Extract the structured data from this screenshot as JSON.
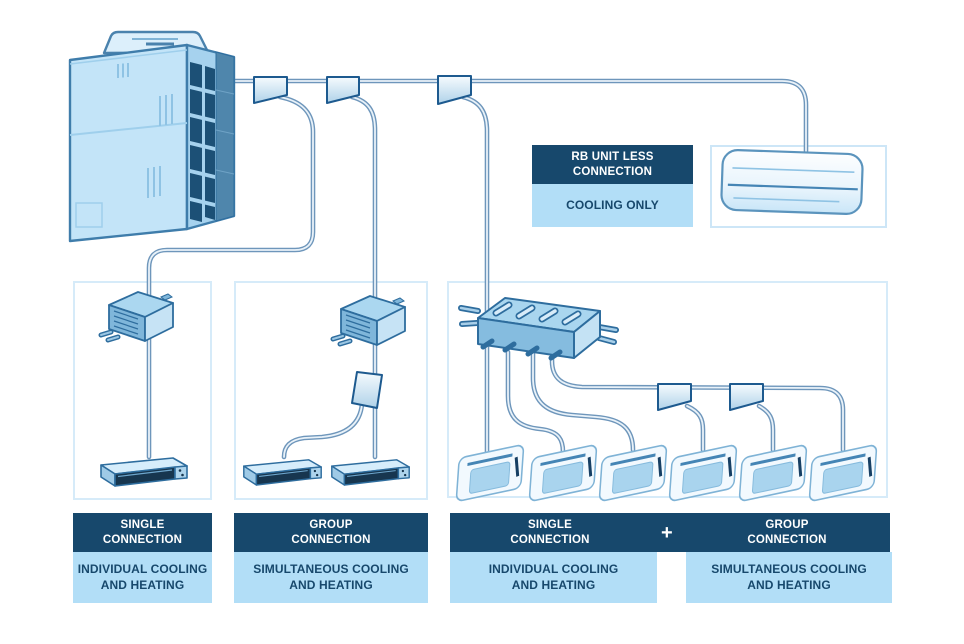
{
  "colors": {
    "navy": "#17486C",
    "light_blue": "#B2DEF7",
    "pipe_blue": "#6E96BB",
    "frame_border": "#D6EBF9",
    "unit_fill": "#C3E4F8"
  },
  "rb_less_label": {
    "title": "RB UNIT LESS\nCONNECTION",
    "subtitle": "COOLING ONLY"
  },
  "connection_labels": {
    "single": {
      "header": "SINGLE\nCONNECTION",
      "description": "INDIVIDUAL COOLING\nAND HEATING"
    },
    "group": {
      "header": "GROUP\nCONNECTION",
      "description": "SIMULTANEOUS COOLING\nAND HEATING"
    },
    "combined": {
      "left_header": "SINGLE\nCONNECTION",
      "plus": "+",
      "right_header": "GROUP\nCONNECTION",
      "left_description": "INDIVIDUAL COOLING\nAND HEATING",
      "right_description": "SIMULTANEOUS COOLING\nAND HEATING"
    }
  },
  "units": {
    "outdoor": "outdoor-unit",
    "rb_single": "rb-unit",
    "rb_multi": "multi-port-rb-unit",
    "wall": "wall-mounted-indoor-unit",
    "ducted": "ducted-indoor-unit",
    "cassette": "cassette-indoor-unit"
  }
}
